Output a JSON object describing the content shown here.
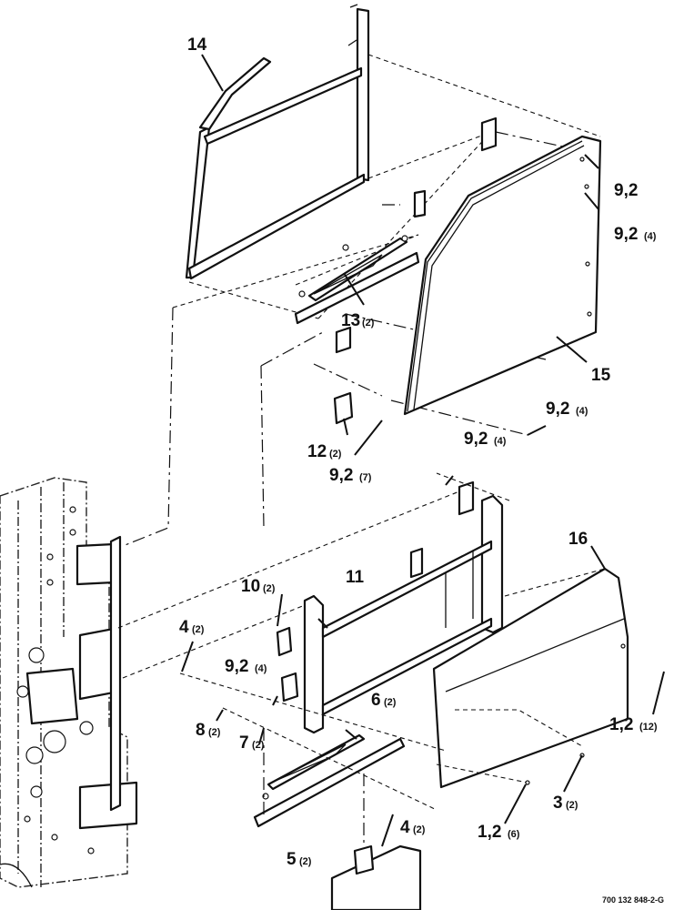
{
  "callouts": {
    "c14": {
      "num": "14",
      "qty": ""
    },
    "c13": {
      "num": "13",
      "qty": "(2)"
    },
    "c15": {
      "num": "15",
      "qty": ""
    },
    "c9a": {
      "num": "9,2",
      "qty": ""
    },
    "c9b": {
      "num": "9,2",
      "qty": "(4)"
    },
    "c9c": {
      "num": "9,2",
      "qty": "(4)"
    },
    "c9d": {
      "num": "9,2",
      "qty": "(4)"
    },
    "c9e": {
      "num": "9,2",
      "qty": "(7)"
    },
    "c9f": {
      "num": "9,2",
      "qty": "(4)"
    },
    "c12": {
      "num": "12",
      "qty": "(2)"
    },
    "c16": {
      "num": "16",
      "qty": ""
    },
    "c11": {
      "num": "11",
      "qty": ""
    },
    "c10": {
      "num": "10",
      "qty": "(2)"
    },
    "c4a": {
      "num": "4",
      "qty": "(2)"
    },
    "c4b": {
      "num": "4",
      "qty": "(2)"
    },
    "c6": {
      "num": "6",
      "qty": "(2)"
    },
    "c8": {
      "num": "8",
      "qty": "(2)"
    },
    "c7": {
      "num": "7",
      "qty": "(2)"
    },
    "c12b": {
      "num": "1,2",
      "qty": "(12)"
    },
    "c3": {
      "num": "3",
      "qty": "(2)"
    },
    "c1": {
      "num": "1,2",
      "qty": "(6)"
    },
    "c5": {
      "num": "5",
      "qty": "(2)"
    }
  },
  "figure_ref": "700 132 848-2-G"
}
